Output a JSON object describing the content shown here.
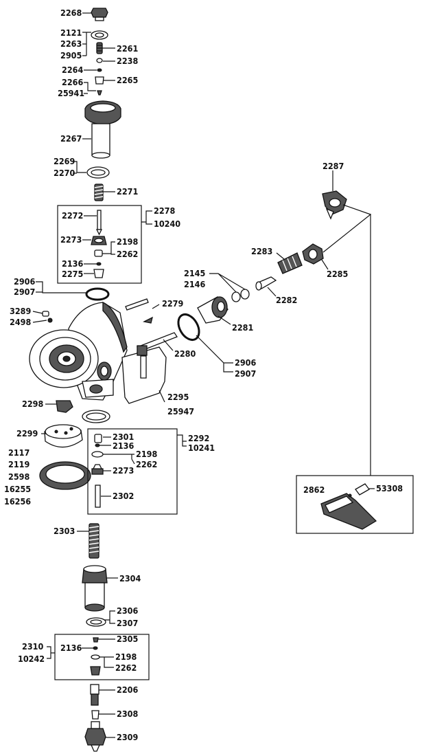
{
  "labels": {
    "l2268": "2268",
    "l2121": "2121",
    "l2263": "2263",
    "l2905": "2905",
    "l2261": "2261",
    "l2238": "2238",
    "l2264": "2264",
    "l2266": "2266",
    "l25941": "25941",
    "l2265": "2265",
    "l2267": "2267",
    "l2269": "2269",
    "l2270": "2270",
    "l2271": "2271",
    "l2272": "2272",
    "l2278": "2278",
    "l10240": "10240",
    "l2273a": "2273",
    "l2198a": "2198",
    "l2262a": "2262",
    "l2136a": "2136",
    "l2275": "2275",
    "l2906a": "2906",
    "l2907a": "2907",
    "l3289": "3289",
    "l2498": "2498",
    "l2279": "2279",
    "l2287": "2287",
    "l2283": "2283",
    "l2285": "2285",
    "l2145": "2145",
    "l2146": "2146",
    "l2282": "2282",
    "l2281": "2281",
    "l2280": "2280",
    "l2906b": "2906",
    "l2907b": "2907",
    "l2295": "2295",
    "l25947": "25947",
    "l2298": "2298",
    "l2299": "2299",
    "l2301": "2301",
    "l2136b": "2136",
    "l2198b": "2198",
    "l2262b": "2262",
    "l2292": "2292",
    "l10241": "10241",
    "l2273b": "2273",
    "l2302": "2302",
    "l2117": "2117",
    "l2119": "2119",
    "l2598": "2598",
    "l16255": "16255",
    "l16256": "16256",
    "l2862": "2862",
    "l53308": "53308",
    "l2303": "2303",
    "l2304": "2304",
    "l2306": "2306",
    "l2307": "2307",
    "l2310": "2310",
    "l10242": "10242",
    "l2136c": "2136",
    "l2305": "2305",
    "l2198c": "2198",
    "l2262c": "2262",
    "l2206": "2206",
    "l2308": "2308",
    "l2309": "2309"
  }
}
